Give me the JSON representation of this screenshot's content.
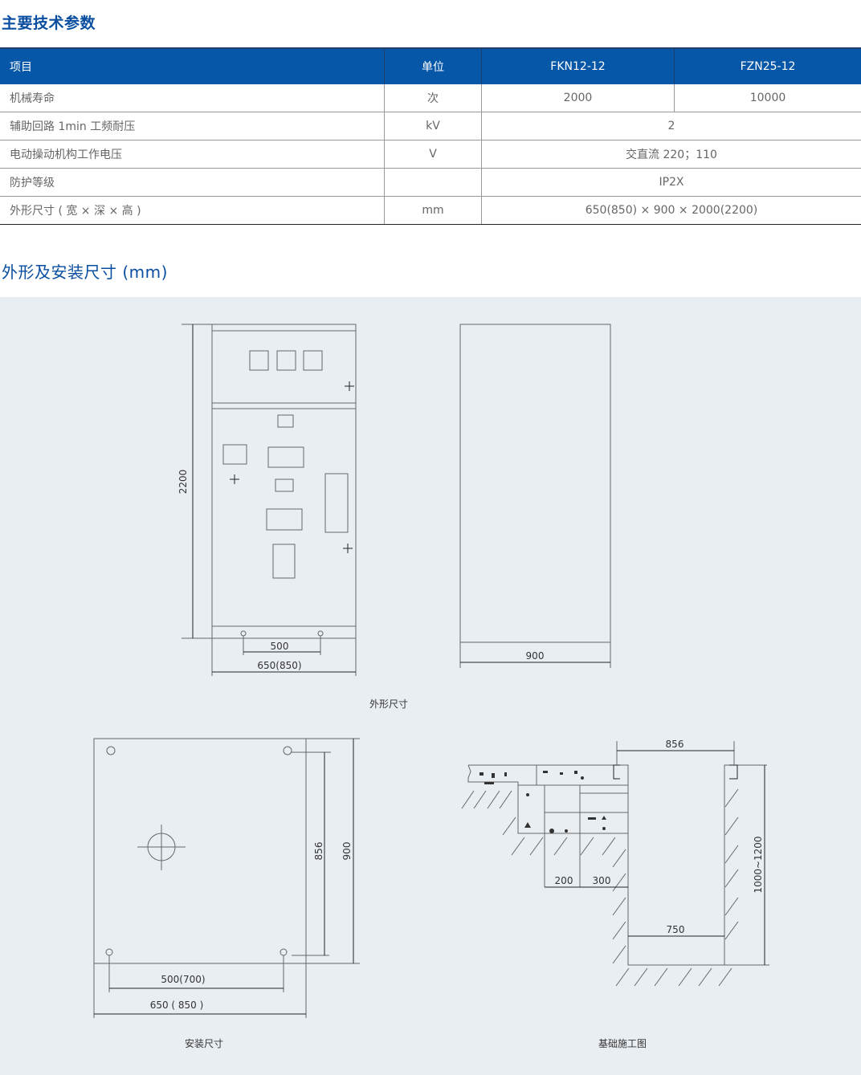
{
  "section1_title": "主要技术参数",
  "table": {
    "headers": [
      "项目",
      "单位",
      "FKN12-12",
      "FZN25-12"
    ],
    "rows": [
      {
        "item": "机械寿命",
        "unit": "次",
        "fkn": "2000",
        "fzn": "10000"
      },
      {
        "item": "辅助回路 1min 工频耐压",
        "unit": "kV",
        "value": "2"
      },
      {
        "item": "电动操动机构工作电压",
        "unit": "V",
        "value": "交直流 220；110"
      },
      {
        "item": "防护等级",
        "unit": "",
        "value": "IP2X"
      },
      {
        "item": "外形尺寸 ( 宽 × 深 × 高 )",
        "unit": "mm",
        "value": "650(850) × 900 × 2000(2200)"
      }
    ]
  },
  "section2_title": "外形及安装尺寸 (mm)",
  "drawings": {
    "outline": {
      "caption": "外形尺寸",
      "height": "2200",
      "hole_spacing": "500",
      "width": "650(850)",
      "depth": "900"
    },
    "install": {
      "caption": "安装尺寸",
      "dim_856": "856",
      "dim_900": "900",
      "dim_500": "500(700)",
      "dim_650": "650 ( 850 )"
    },
    "foundation": {
      "caption": "基础施工图",
      "dim_856": "856",
      "dim_200": "200",
      "dim_300": "300",
      "dim_750": "750",
      "dim_depth": "1000~1200"
    }
  }
}
